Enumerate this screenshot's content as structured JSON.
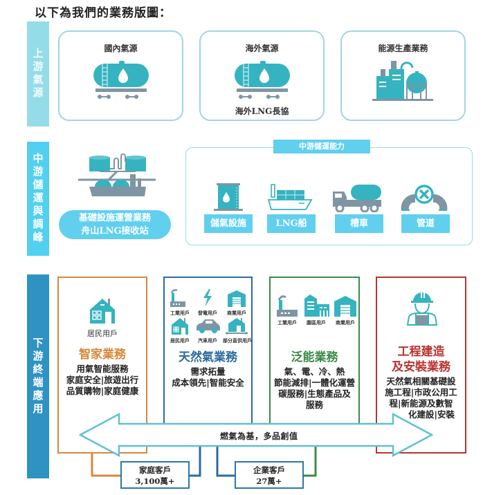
{
  "intro": "以下為我們的業務版圖：",
  "stages": {
    "upstream": "上游氣源",
    "midstream": "中游儲運與調峰",
    "downstream": "下游終端應用"
  },
  "upstream": {
    "cards": [
      {
        "title": "國內氣源",
        "subtitle": "",
        "icon": "tank-car-icon"
      },
      {
        "title": "海外氣源",
        "subtitle": "海外LNG長協",
        "icon": "tank-car-icon"
      },
      {
        "title": "能源生產業務",
        "subtitle": "",
        "icon": "factory-plant-icon"
      }
    ]
  },
  "midstream": {
    "terminal": {
      "line1": "基礎設施運營業務",
      "line2": "舟山LNG接收站",
      "icon": "lng-terminal-icon"
    },
    "capability_title": "中游儲運能力",
    "capabilities": [
      {
        "label": "儲氣設施",
        "icon": "storage-tank-icon"
      },
      {
        "label": "LNG船",
        "icon": "lng-ship-icon"
      },
      {
        "label": "槽車",
        "icon": "tanker-truck-icon"
      },
      {
        "label": "管道",
        "icon": "pipeline-valve-icon"
      }
    ]
  },
  "downstream": {
    "smart_home": {
      "icon_label": "居民用戶",
      "heading": "智家業務",
      "body": [
        "用氣智能服務",
        "家庭安全|旅遊出行",
        "品質購物|家庭健康"
      ],
      "color": "#d4883a"
    },
    "natural_gas": {
      "icons": [
        "工業用戶",
        "發電用戶",
        "商業用戶",
        "居民用戶",
        "汽車用戶",
        "部分直供用戶"
      ],
      "heading": "天然氣業務",
      "body": [
        "需求拓量",
        "成本領先|智能安全"
      ],
      "color": "#2b6aa2"
    },
    "pan_energy": {
      "icons": [
        "工業用戶",
        "園區用戶",
        "商業用戶"
      ],
      "heading": "泛能業務",
      "body": [
        "氣、電、冷、熱",
        "節能減排|一體化運營",
        "碳服務|生態產品及",
        "服務"
      ],
      "color": "#3c8a47"
    },
    "engineering": {
      "heading_line1": "工程建造",
      "heading_line2": "及安裝業務",
      "body": [
        "天然氣相關基礎設",
        "施工程|市政公用工",
        "程|新能源及數智",
        "化建設|安裝"
      ],
      "color": "#b8332e"
    },
    "arrow_text": "燃氣為基，多品創值",
    "customers": [
      {
        "label": "家庭客戶",
        "value": "3,100萬+"
      },
      {
        "label": "企業客戶",
        "value": "27萬+"
      }
    ]
  },
  "colors": {
    "teal_icon": "#35b3c0",
    "gray_icon": "#7f95a3",
    "cyan_label": "#61cfee",
    "upstream_bar": "#95dce9",
    "midstream_bar": "#52d0f0",
    "downstream_bar": "#2e93c3",
    "arrow_outline": "#5fbfd8"
  }
}
